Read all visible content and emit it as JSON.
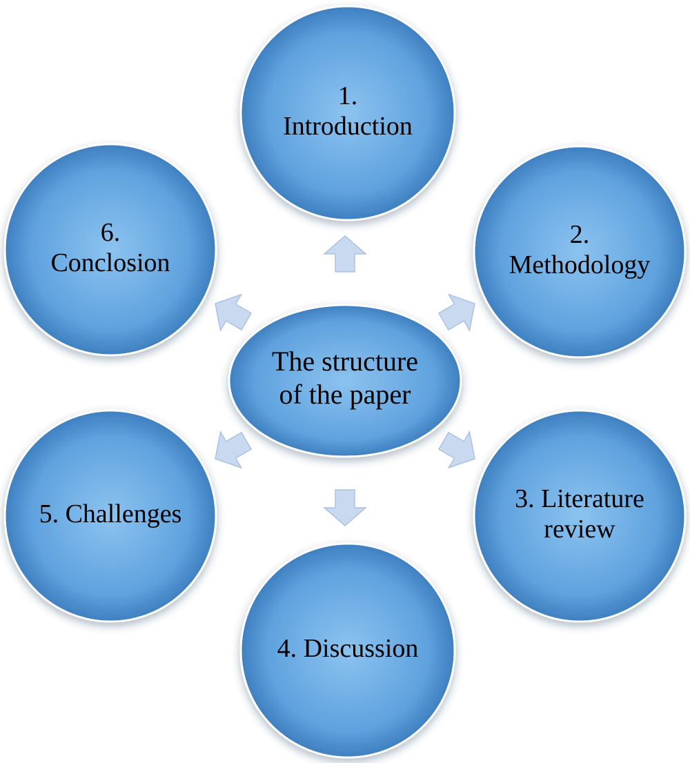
{
  "center": {
    "lines": [
      "The structure",
      "of the paper"
    ]
  },
  "nodes": [
    {
      "id": "introduction",
      "lines": [
        "1.",
        "Introduction"
      ]
    },
    {
      "id": "methodology",
      "lines": [
        "2.",
        "Methodology"
      ]
    },
    {
      "id": "literature-review",
      "lines": [
        "3. Literature",
        "review"
      ]
    },
    {
      "id": "discussion",
      "lines": [
        "4. Discussion"
      ]
    },
    {
      "id": "challenges",
      "lines": [
        "5. Challenges"
      ]
    },
    {
      "id": "conclusion",
      "lines": [
        "6.",
        "Conclosion"
      ]
    }
  ],
  "colors": {
    "circle_light": "#8cc3f0",
    "circle_mid": "#5fa2de",
    "circle_dark": "#3e7fc0",
    "arrow_fill": "#c9d9ef",
    "arrow_stroke": "#aac2e2"
  }
}
